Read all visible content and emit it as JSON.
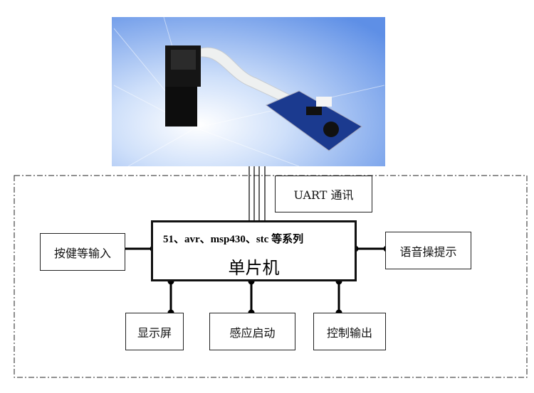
{
  "photo": {
    "subject": "fingerprint-sensor-module"
  },
  "uart_label": "UART 通讯",
  "mcu": {
    "series": "51、avr、msp430、stc 等系列",
    "title": "单片机"
  },
  "inputs": {
    "keys": "按健等输入"
  },
  "outputs": {
    "voice": "语音操提示",
    "display": "显示屏",
    "sensing": "感应启动",
    "control": "控制输出"
  }
}
